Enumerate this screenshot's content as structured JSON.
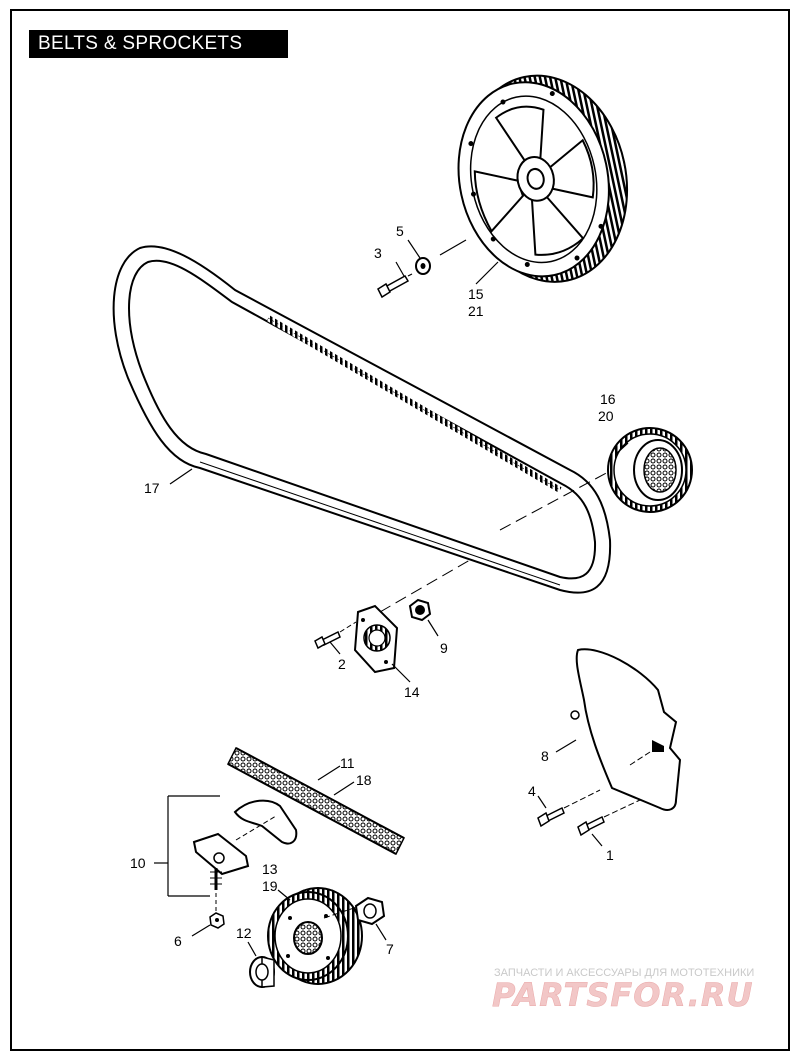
{
  "title": "BELTS & SPROCKETS",
  "callouts": {
    "c1": "1",
    "c2": "2",
    "c3": "3",
    "c4": "4",
    "c5": "5",
    "c6": "6",
    "c7": "7",
    "c8": "8",
    "c9": "9",
    "c10": "10",
    "c11": "11",
    "c12": "12",
    "c13": "13",
    "c14": "14",
    "c15": "15",
    "c16": "16",
    "c17": "17",
    "c18": "18",
    "c19": "19",
    "c20": "20",
    "c21": "21"
  },
  "watermark": {
    "line1": "ЗАПЧАСТИ И АКСЕССУАРЫ ДЛЯ МОТОТЕХНИКИ",
    "line2": "PARTSFOR.RU"
  }
}
